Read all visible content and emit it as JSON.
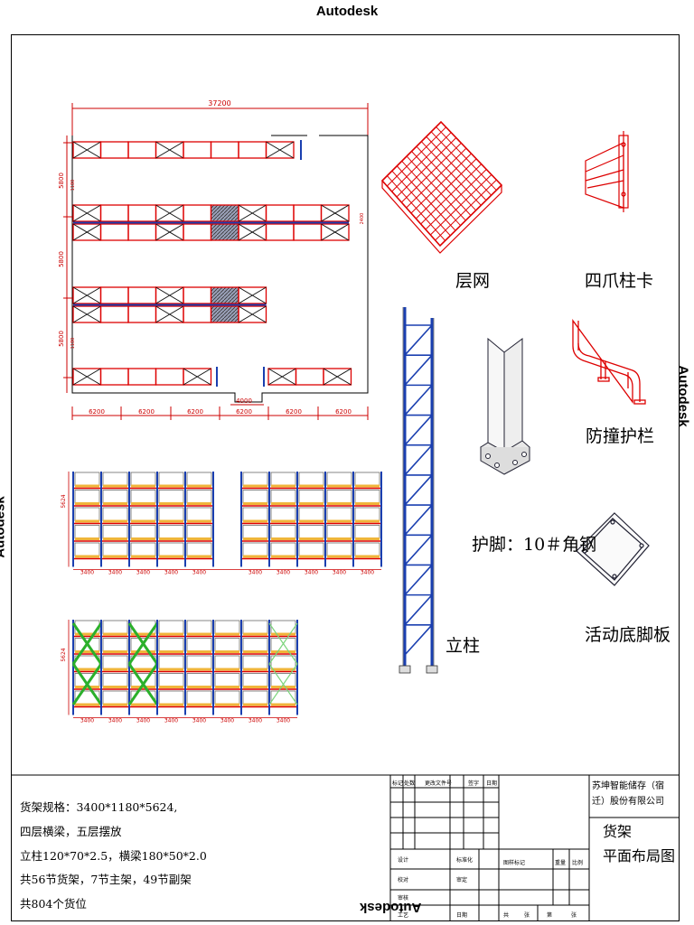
{
  "watermark": "Autodesk",
  "plan": {
    "total_width": "37200",
    "aisle_width": "4000",
    "bay_widths": [
      "6200",
      "6200",
      "6200",
      "6200",
      "6200",
      "6200"
    ],
    "row_pitch_labels": [
      "5800",
      "5800",
      "5800"
    ],
    "small_dims": [
      "1180",
      "2400",
      "1180"
    ]
  },
  "elevations": {
    "height": "5624",
    "bay_width": "3400"
  },
  "components": {
    "mesh": "层网",
    "column_clip": "四爪柱卡",
    "guard_rail": "防撞护栏",
    "foot_guard": "护脚：10＃角钢",
    "upright": "立柱",
    "base_plate": "活动底脚板"
  },
  "notes": [
    "货架规格：3400*1180*5624,",
    "四层横梁，五层摆放",
    "立柱120*70*2.5，横梁180*50*2.0",
    "共56节货架，7节主架，49节副架",
    "共804个货位"
  ],
  "title_block": {
    "company": "苏坤智能储存（宿迁）股份有限公司",
    "drawing_title_1": "货架",
    "drawing_title_2": "平面布局图",
    "headers": [
      "标记",
      "处数",
      "更改文件号",
      "签字",
      "日期"
    ],
    "roles": [
      "设计",
      "校对",
      "审核",
      "工艺"
    ],
    "mid": [
      "标准化",
      "审定",
      "日期"
    ],
    "stage": [
      "图样标记",
      "重量",
      "比例"
    ],
    "sheet": [
      "共",
      "张",
      "第",
      "张"
    ]
  }
}
